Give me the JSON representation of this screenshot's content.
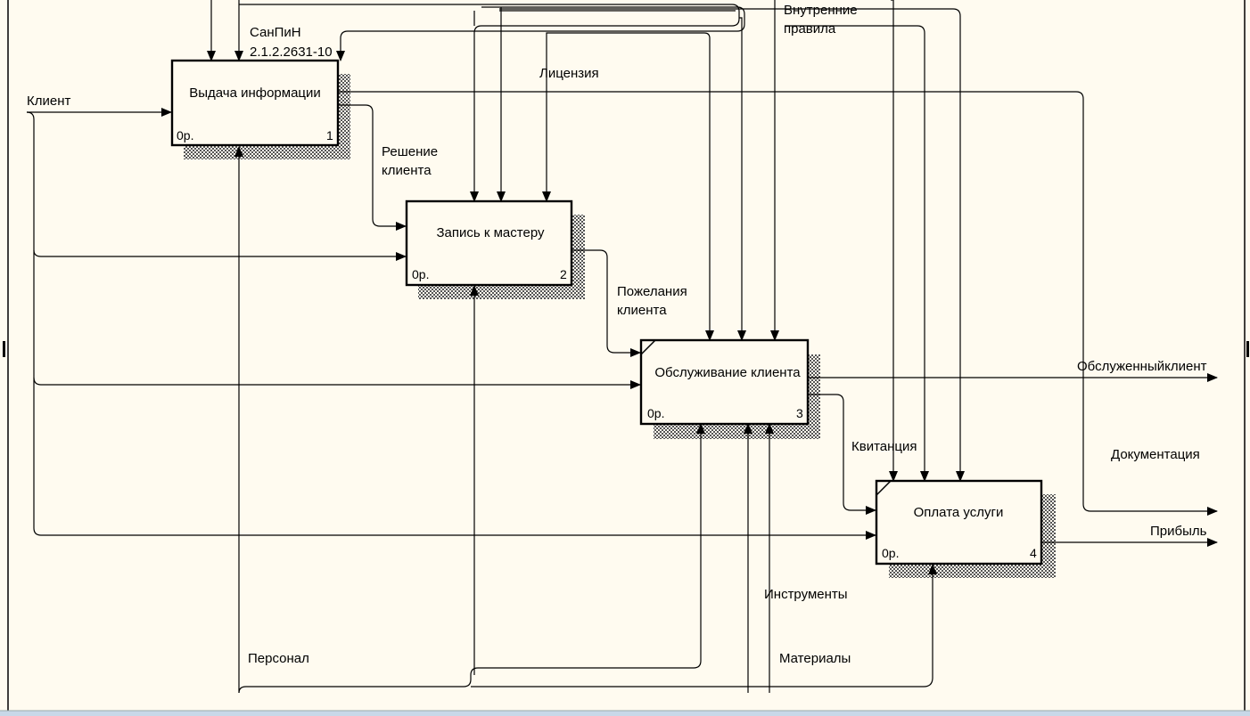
{
  "boxes": [
    {
      "title": "Выдача информации",
      "cost": "0р.",
      "num": "1"
    },
    {
      "title": "Запись к мастеру",
      "cost": "0р.",
      "num": "2"
    },
    {
      "title": "Обслуживание клиента",
      "cost": "0р.",
      "num": "3"
    },
    {
      "title": "Оплата услуги",
      "cost": "0р.",
      "num": "4"
    }
  ],
  "labels": {
    "sanpin_1": "СанПиН",
    "sanpin_2": "2.1.2.2631-10",
    "internal_rules_1": "Внутренние",
    "internal_rules_2": "правила",
    "license": "Лицензия",
    "client": "Клиент",
    "client_decision_1": "Решение",
    "client_decision_2": "клиента",
    "client_wishes_1": "Пожелания",
    "client_wishes_2": "клиента",
    "served_client": "Обслуженныйклиент",
    "receipt": "Квитанция",
    "documentation": "Документация",
    "profit": "Прибыль",
    "tools": "Инструменты",
    "personnel": "Персонал",
    "materials": "Материалы"
  }
}
